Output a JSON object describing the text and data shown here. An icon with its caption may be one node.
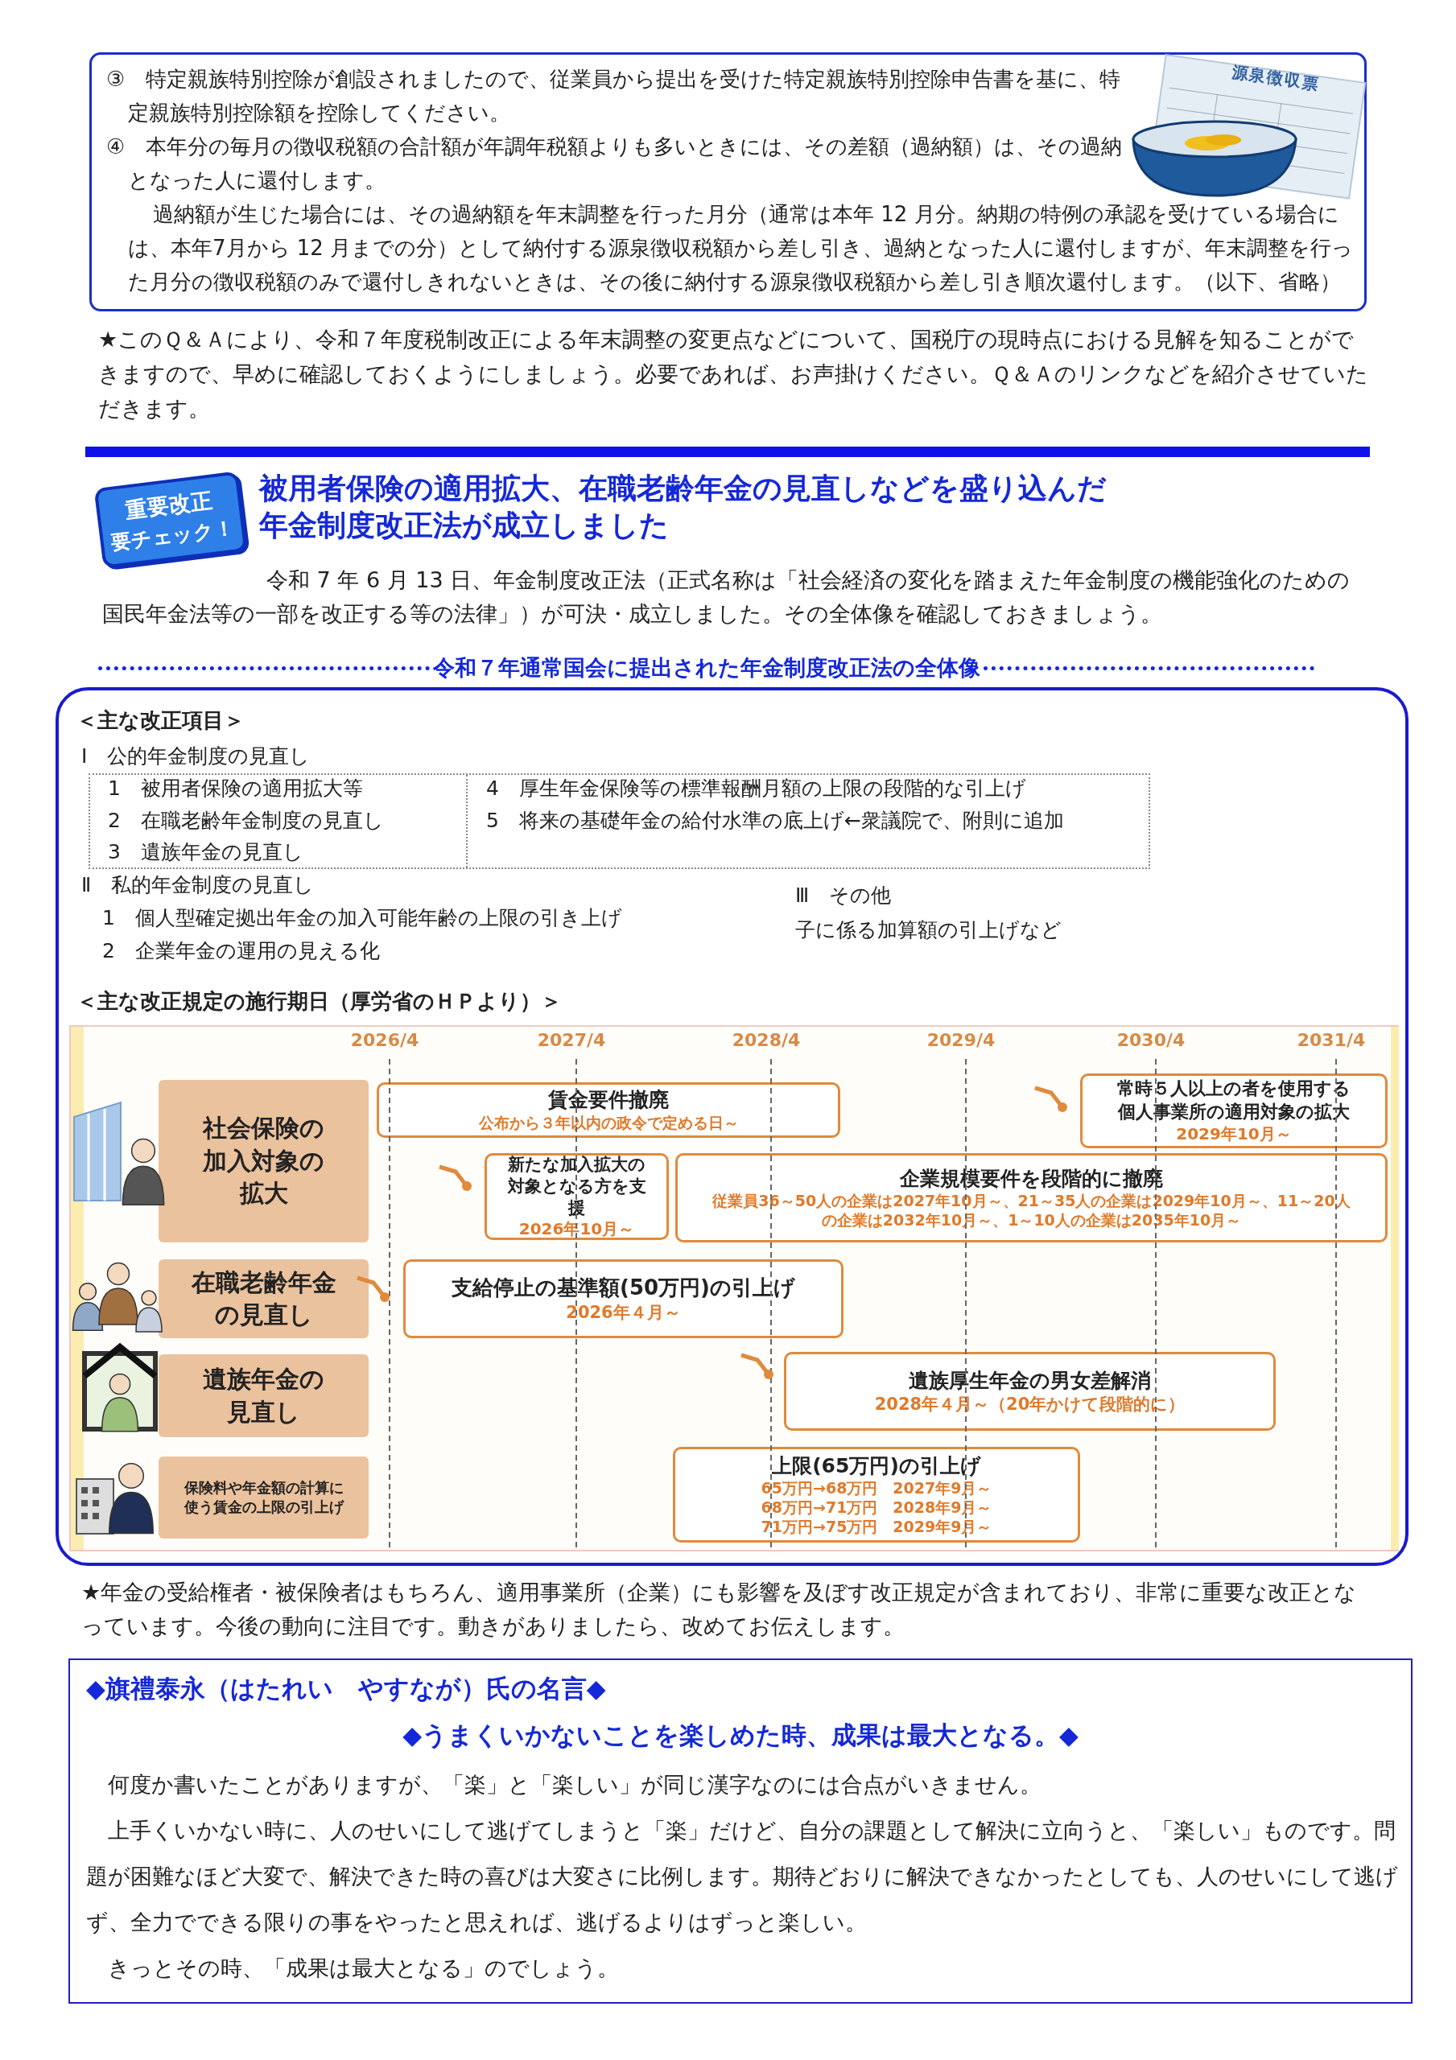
{
  "diagram": {
    "nodes": [
      {
        "text": [
          "③　特定親族特別控除が創設されましたので、従業員から提出を受けた特定親族特別控除申告書を基に、特定親族特別控除額を控除してください。",
          "④　本年分の毎月の徴収税額の合計額が年調年税額よりも多いときには、その差額（過納額）は、その過納となった人に還付します。",
          "過納額が生じた場合には、その過納額を年末調整を行った月分（通常は本年 12 月分。納期の特例の承認を受けている場合には、本年7月から 12 月までの分）として納付する源泉徴収税額から差し引き、過納となった人に還付しますが、年末調整を行った月分の徴収税額のみで還付しきれないときは、その後に納付する源泉徴収税額から差し引き順次還付します。（以下、省略）"
        ]
      },
      {
        "text": [
          "重要改正",
          "要チェック！"
        ]
      },
      {
        "text": [
          "＜主な改正項目＞"
        ]
      },
      {
        "text": [
          "1　被用者保険の適用拡大等",
          "2　在職老齢年金制度の見直し",
          "3　遺族年金の見直し",
          "4　厚生年金保険等の標準報酬月額の上限の段階的な引上げ",
          "5　将来の基礎年金の給付水準の底上げ←衆議院で、附則に追加"
        ],
        "in": 2
      },
      {
        "text": [],
        "shape": "box",
        "in": 2
      },
      {
        "text": [
          "社会保険の加入対象の拡大"
        ],
        "in": 4
      },
      {
        "text": [
          "在職老齢年金の見直し"
        ],
        "in": 4
      },
      {
        "text": [
          "遺族年金の見直し"
        ],
        "in": 4
      },
      {
        "text": [
          "保険料や年金額の計算に使う賃金の上限の引上げ"
        ],
        "in": 4
      },
      {
        "text": [
          "賃金要件撤廃",
          "公布から３年以内の政令で定める日～"
        ],
        "in": 4
      },
      {
        "text": [
          "常時５人以上の者を使用する個人事業所の適用対象の拡大",
          "2029年10月～"
        ],
        "in": 4
      },
      {
        "text": [
          "新たな加入拡大の対象となる方を支援",
          "2026年10月～"
        ],
        "in": 4
      },
      {
        "text": [
          "企業規模要件を段階的に撤廃",
          "従業員36～50人の企業は2027年10月～、21～35人の企業は2029年10月～、11～20人の企業は2032年10月～、1～10人の企業は2035年10月～"
        ],
        "in": 4
      },
      {
        "text": [
          "支給停止の基準額(50万円)の引上げ",
          "2026年４月～"
        ],
        "in": 4
      },
      {
        "text": [
          "遺族厚生年金の男女差解消",
          "2028年４月～（20年かけて段階的に）"
        ],
        "in": 4
      },
      {
        "text": [
          "上限(65万円)の引上げ",
          "65万円→68万円　2027年9月～",
          "68万円→71万円　2028年9月～",
          "71万円→75万円　2029年9月～"
        ],
        "in": 4
      },
      {
        "text": [
          "◆旗禮泰永（はたれい　やすなが）氏の名言◆",
          "◆うまくいかないことを楽しめた時、成果は最大となる。◆",
          "何度か書いたことがありますが、「楽」と「楽しい」が同じ漢字なのには合点がいきません。",
          "上手くいかない時に、人のせいにして逃げてしまうと「楽」だけど、自分の課題として解決に立向うと、「楽しい」ものです。問題が困難なほど大変で、解決できた時の喜びは大変さに比例します。期待どおりに解決できなかったとしても、人のせいにして逃げず、全力でできる限りの事をやったと思えれば、逃げるよりはずっと楽しい。",
          "きっとその時、「成果は最大となる」のでしょう。"
        ]
      }
    ],
    "labels": [
      "源泉徴収票",
      "★このＱ＆Ａにより、令和７年度税制改正による年末調整の変更点などについて、国税庁の現時点における見解を知ることができますので、早めに確認しておくようにしましょう。必要であれば、お声掛けください。Ｑ＆Ａのリンクなどを紹介させていただきます。",
      "被用者保険の適用拡大、在職老齢年金の見直しなどを盛り込んだ年金制度改正法が成立しました",
      "令和 7 年 6 月 13 日、年金制度改正法（正式名称は「社会経済の変化を踏まえた年金制度の機能強化のための国民年金法等の一部を改正する等の法律」）が可決・成立しました。その全体像を確認しておきましょう。",
      "令和７年通常国会に提出された年金制度改正法の全体像",
      "Ⅰ　公的年金制度の見直し",
      "Ⅱ　私的年金制度の見直し",
      "1　個人型確定拠出年金の加入可能年齢の上限の引き上げ",
      "2　企業年金の運用の見える化",
      "Ⅲ　その他",
      "子に係る加算額の引上げなど",
      "＜主な改正規定の施行期日（厚労省のＨＰより）＞",
      "2026/4",
      "2027/4",
      "2028/4",
      "2029/4",
      "2030/4",
      "2031/4",
      "★年金の受給権者・被保険者はもちろん、適用事業所（企業）にも影響を及ぼす改正規定が含まれており、非常に重要な改正となっています。今後の動向に注目です。動きがありましたら、改めてお伝えします。"
    ]
  }
}
